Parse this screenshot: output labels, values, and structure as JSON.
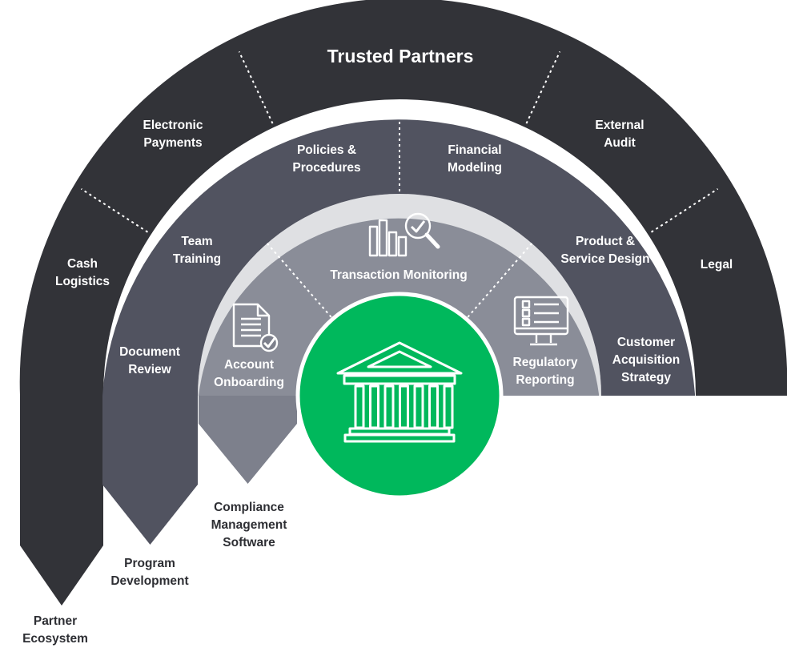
{
  "colors": {
    "outer_ring": "#323338",
    "band_2": "#515360",
    "band_3": "#7d808c",
    "inner_band": "#a3a6ae",
    "center": "#00b85c",
    "divider": "#ffffff",
    "dark_text": "#2d2e33"
  },
  "rings": {
    "outer": {
      "title": "Trusted Partners",
      "segments": [
        {
          "id": "cash-logistics",
          "lines": [
            "Cash",
            "Logistics"
          ]
        },
        {
          "id": "electronic-payments",
          "lines": [
            "Electronic",
            "Payments"
          ]
        },
        {
          "id": "external-audit",
          "lines": [
            "External",
            "Audit"
          ]
        },
        {
          "id": "legal",
          "lines": [
            "Legal"
          ]
        }
      ],
      "tail_label": [
        "Partner",
        "Ecosystem"
      ]
    },
    "program": {
      "segments": [
        {
          "id": "document-review",
          "lines": [
            "Document",
            "Review"
          ]
        },
        {
          "id": "team-training",
          "lines": [
            "Team",
            "Training"
          ]
        },
        {
          "id": "policies-procedures",
          "lines": [
            "Policies &",
            "Procedures"
          ]
        },
        {
          "id": "financial-modeling",
          "lines": [
            "Financial",
            "Modeling"
          ]
        },
        {
          "id": "product-service-design",
          "lines": [
            "Product &",
            "Service Design"
          ]
        },
        {
          "id": "customer-acquisition-strategy",
          "lines": [
            "Customer",
            "Acquisition",
            "Strategy"
          ]
        }
      ],
      "tail_label": [
        "Program",
        "Development"
      ]
    },
    "software": {
      "segments": [
        {
          "id": "account-onboarding",
          "lines": [
            "Account",
            "Onboarding"
          ],
          "icon": "document-check-icon"
        },
        {
          "id": "transaction-monitoring",
          "lines": [
            "Transaction Monitoring"
          ],
          "icon": "bar-chart-magnifier-icon"
        },
        {
          "id": "regulatory-reporting",
          "lines": [
            "Regulatory",
            "Reporting"
          ],
          "icon": "monitor-checklist-icon"
        }
      ],
      "tail_label": [
        "Compliance",
        "Management",
        "Software"
      ]
    }
  },
  "center": {
    "icon": "bank-building-icon"
  }
}
